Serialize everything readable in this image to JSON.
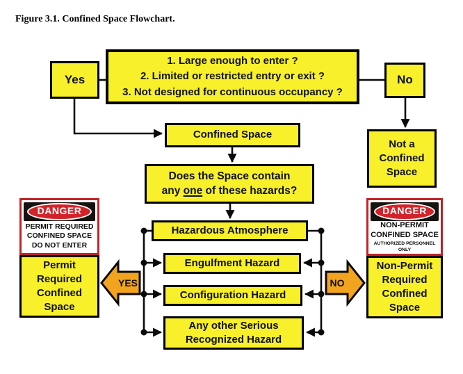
{
  "page": {
    "title": "Figure 3.1. Confined Space Flowchart."
  },
  "colors": {
    "box_yellow": "#f7f02b",
    "box_border": "#000000",
    "arrow_orange": "#f2a41f",
    "danger_sign_border_red": "#c32127",
    "danger_oval_red": "#d3232a",
    "danger_band_black": "#161210",
    "background": "#ffffff"
  },
  "flow": {
    "yes": "Yes",
    "no": "No",
    "criteria": {
      "line1": "1. Large enough to enter ?",
      "line2": "2. Limited or restricted entry or exit ?",
      "line3": "3. Not designed for continuous occupancy ?"
    },
    "confined_space": "Confined Space",
    "not_confined": {
      "line1": "Not a",
      "line2": "Confined",
      "line3": "Space"
    },
    "hazard_question": {
      "line1": "Does the Space contain",
      "line2_pre": "any ",
      "line2_underlined": "one",
      "line2_post": " of these hazards?"
    },
    "hazards": {
      "atmosphere": "Hazardous Atmosphere",
      "engulfment": "Engulfment Hazard",
      "configuration": "Configuration Hazard",
      "other": "Any other Serious Recognized Hazard"
    },
    "yes_arrow_label": "YES",
    "no_arrow_label": "NO"
  },
  "signs": {
    "left": {
      "header": "DANGER",
      "line1": "PERMIT REQUIRED",
      "line2": "CONFINED SPACE",
      "line3": "DO NOT ENTER"
    },
    "right": {
      "header": "DANGER",
      "line1": "NON-PERMIT",
      "line2": "CONFINED SPACE",
      "line3": "AUTHORIZED PERSONNEL ONLY"
    }
  },
  "results": {
    "left": {
      "line1": "Permit",
      "line2": "Required",
      "line3": "Confined",
      "line4": "Space"
    },
    "right": {
      "line1": "Non-Permit",
      "line2": "Required",
      "line3": "Confined",
      "line4": "Space"
    }
  }
}
